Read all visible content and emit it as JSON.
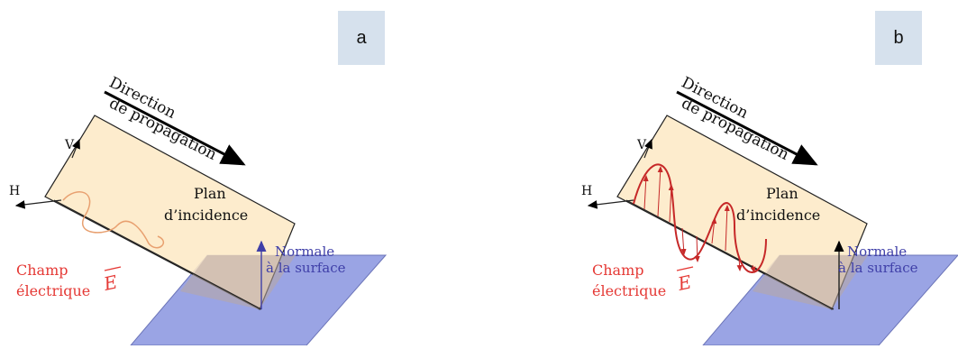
{
  "panels": [
    {
      "tag": "a",
      "labels": {
        "direction_line1": "Direction",
        "direction_line2": "de propagation",
        "plane_line1": "Plan",
        "plane_line2": "d’incidence",
        "v_axis": "V",
        "h_axis": "H",
        "field_line1": "Champ",
        "field_line2": "électrique",
        "field_symbol": "E",
        "normal_line1": "Normale",
        "normal_line2": "à la surface"
      }
    },
    {
      "tag": "b",
      "labels": {
        "direction_line1": "Direction",
        "direction_line2": "de propagation",
        "plane_line1": "Plan",
        "plane_line2": "d’incidence",
        "v_axis": "V",
        "h_axis": "H",
        "field_line1": "Champ",
        "field_line2": "électrique",
        "field_symbol": "E",
        "normal_line1": "Normale",
        "normal_line2": "à la surface"
      }
    }
  ],
  "colors": {
    "plane_fill": "#fde9c6",
    "surface_fill": "#9aa4e4",
    "field_color": "#e53935",
    "normal_color": "#3f3fa8",
    "tag_background": "#d6e1ed"
  }
}
